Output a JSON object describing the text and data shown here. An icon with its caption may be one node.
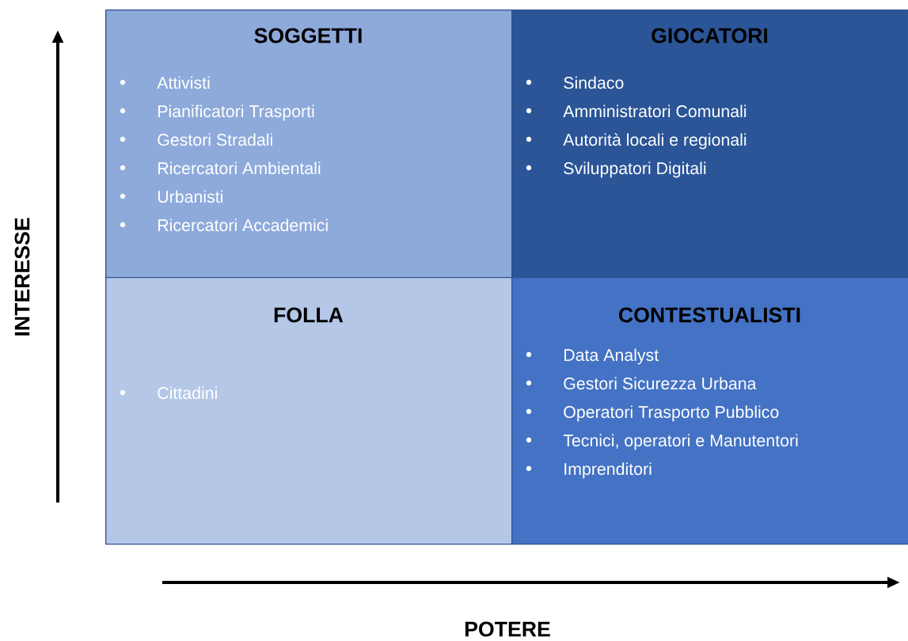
{
  "diagram": {
    "nodes": [
      {
        "text": [
          "SOGGETTI",
          "Attivisti",
          "Pianificatori Trasporti",
          "Gestori Stradali",
          "Ricercatori Ambientali",
          "Urbanisti",
          "Ricercatori Accademici"
        ]
      },
      {
        "text": [
          "GIOCATORI",
          "Sindaco",
          "Amministratori Comunali",
          "Autorità locali e regionali",
          "Sviluppatori Digitali"
        ]
      },
      {
        "text": [
          "FOLLA",
          "Cittadini"
        ]
      },
      {
        "text": [
          "CONTESTUALISTI",
          "Data Analyst",
          "Gestori Sicurezza Urbana",
          "Operatori Trasporto Pubblico",
          "Tecnici, operatori e Manutentori",
          "Imprenditori"
        ]
      }
    ],
    "labels": [
      "INTERESSE",
      "POTERE"
    ]
  }
}
